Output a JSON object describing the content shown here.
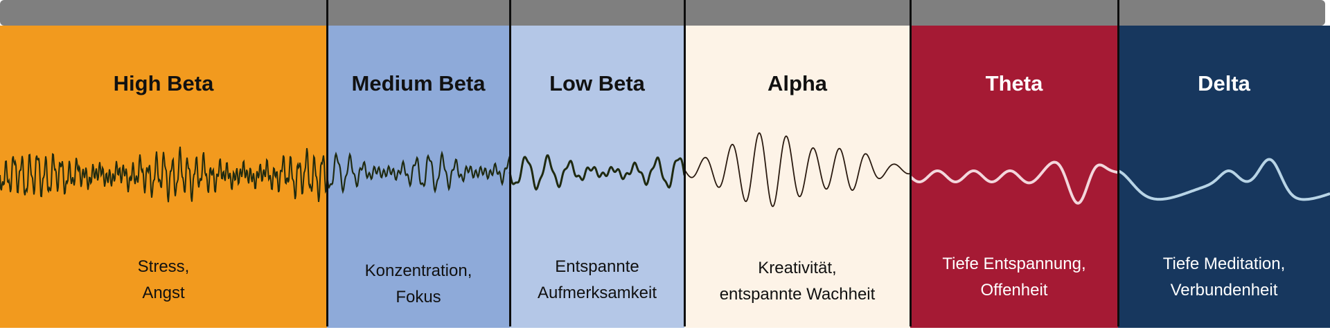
{
  "bands": [
    {
      "id": "high-beta",
      "title": "High Beta",
      "description_lines": [
        "Stress,",
        "Angst"
      ],
      "background": "#f29a1e",
      "text_color": "#111111",
      "wave_color": "#1f2a10"
    },
    {
      "id": "medium-beta",
      "title": "Medium Beta",
      "description_lines": [
        "Konzentration,",
        "Fokus"
      ],
      "background": "#8eaad9",
      "text_color": "#111111",
      "wave_color": "#1f2a10"
    },
    {
      "id": "low-beta",
      "title": "Low Beta",
      "description_lines": [
        "Entspannte",
        "Aufmerksamkeit"
      ],
      "background": "#b4c7e7",
      "text_color": "#111111",
      "wave_color": "#1f2a10"
    },
    {
      "id": "alpha",
      "title": "Alpha",
      "description_lines": [
        "Kreativität,",
        "entspannte Wachheit"
      ],
      "background": "#fdf3e7",
      "text_color": "#111111",
      "wave_color": "#2a1a10"
    },
    {
      "id": "theta",
      "title": "Theta",
      "description_lines": [
        "Tiefe Entspannung,",
        "Offenheit"
      ],
      "background": "#a51a34",
      "text_color": "#ffffff",
      "wave_color": "#f3d7dc"
    },
    {
      "id": "delta",
      "title": "Delta",
      "description_lines": [
        "Tiefe Meditation,",
        "Verbundenheit"
      ],
      "background": "#17375e",
      "text_color": "#ffffff",
      "wave_color": "#b8d4e6"
    }
  ]
}
